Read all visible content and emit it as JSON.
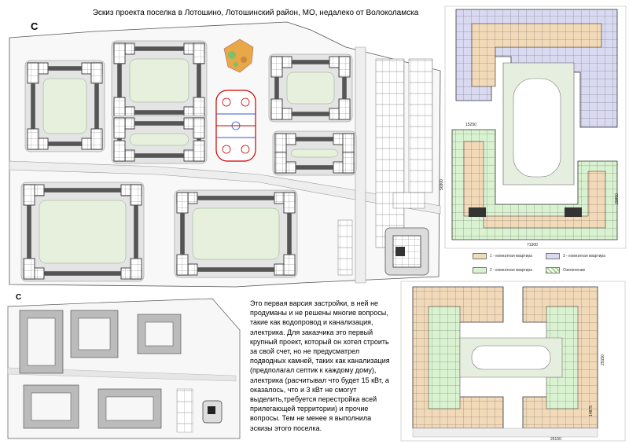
{
  "title": "Эскиз проекта поселка в Лотошино, Лотошинский район, МО, недалеко от Волоколамска",
  "north_label_main": "С",
  "north_label_mini": "С",
  "description": "Это первая варсия застройки, в ней не продуманы и не решены многие вопросы, такие как водопровод и канализация, электрика. Для заказчика это первый крупный проект, который он хотел строить за свой счет, но не предусматрел подводных камней, таких как канализация (предполагал септик к каждому дому), электрика (расчитывал что будет 15 кВт, а оказалось, что и 3 кВт не смогут выделить,требуется перестройка всей прилегающей территории) и прочие вопросы. Тем не менее я выполнила эскизы этого поселка.",
  "legend": [
    {
      "label": "1 - комнатная квартира",
      "color": "#f2d9b8"
    },
    {
      "label": "3 - комнатная квартира",
      "color": "#d9d9f2"
    },
    {
      "label": "2 - комнатная квартира",
      "color": "#d9f2d0"
    },
    {
      "label": "Озеленение",
      "color": "#9fd68a"
    }
  ],
  "dimensions": {
    "top_width": "15250",
    "total_width": "71300",
    "height_left": "56800",
    "height_right": "29850",
    "bottom_width": "26150",
    "bottom_height": "29150",
    "bottom_inner": "14875"
  },
  "colors": {
    "building_fill": "#ffffff",
    "building_border": "#444444",
    "courtyard": "#e6f0dc",
    "road": "#f2f2f2",
    "ground": "#f7f7f7"
  }
}
